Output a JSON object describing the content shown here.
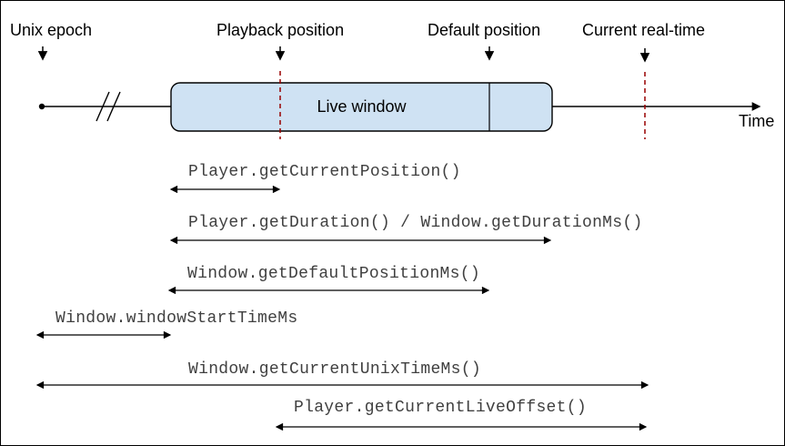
{
  "diagram": {
    "markers": [
      {
        "id": "unix-epoch",
        "label": "Unix epoch"
      },
      {
        "id": "playback-position",
        "label": "Playback position"
      },
      {
        "id": "default-position",
        "label": "Default position"
      },
      {
        "id": "current-real-time",
        "label": "Current real-time"
      }
    ],
    "timeline": {
      "axis_label": "Time",
      "window_label": "Live window"
    },
    "annotations": [
      {
        "label": "Player.getCurrentPosition()"
      },
      {
        "label": "Player.getDuration() / Window.getDurationMs()"
      },
      {
        "label": "Window.getDefaultPositionMs()"
      },
      {
        "label": "Window.windowStartTimeMs"
      },
      {
        "label": "Window.getCurrentUnixTimeMs()"
      },
      {
        "label": "Player.getCurrentLiveOffset()"
      }
    ],
    "colors": {
      "window_fill": "#cfe2f3",
      "line": "#000000",
      "dashed_line": "#990000",
      "mono_text": "#404040"
    }
  }
}
